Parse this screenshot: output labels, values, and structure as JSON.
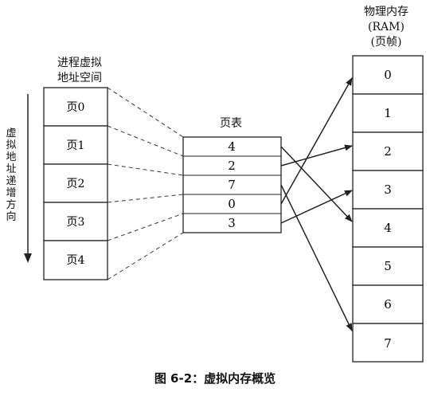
{
  "virtual_space": {
    "title_lines": [
      "进程虚拟",
      "地址空间"
    ],
    "pages": [
      "页0",
      "页1",
      "页2",
      "页3",
      "页4"
    ],
    "direction_label": "虚拟地址递增方向"
  },
  "page_table": {
    "title": "页表",
    "entries": [
      "4",
      "2",
      "7",
      "0",
      "3"
    ]
  },
  "ram": {
    "title_lines": [
      "物理内存",
      "(RAM)",
      "(页帧)"
    ],
    "frames": [
      "0",
      "1",
      "2",
      "3",
      "4",
      "5",
      "6",
      "7"
    ]
  },
  "caption": "图 6-2：虚拟内存概览"
}
